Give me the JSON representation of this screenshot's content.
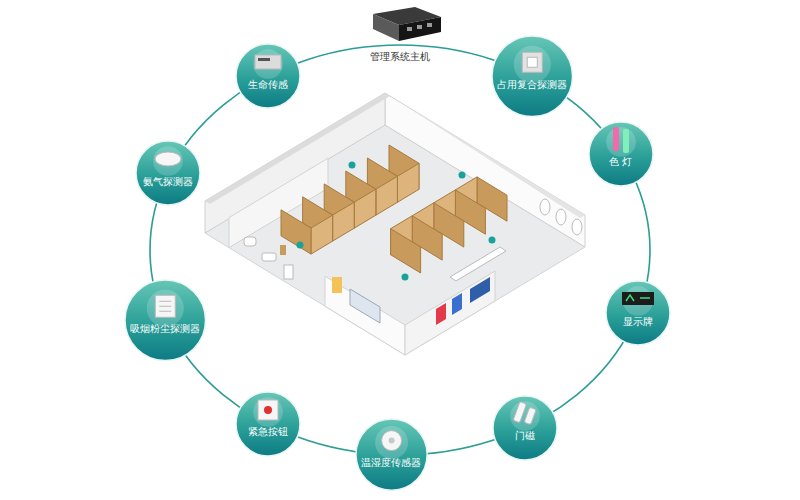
{
  "diagram": {
    "nodes": [
      {
        "text": [
          "管理系统主机"
        ]
      },
      {
        "text": [
          "占用复合探测器"
        ]
      },
      {
        "text": [
          "色 灯"
        ]
      },
      {
        "text": [
          "显示牌"
        ]
      },
      {
        "text": [
          "门磁"
        ]
      },
      {
        "text": [
          "温湿度传感器"
        ]
      },
      {
        "text": [
          "紧急按钮"
        ]
      },
      {
        "text": [
          "吸烟粉尘探测器"
        ]
      },
      {
        "text": [
          "氨气探测器"
        ]
      },
      {
        "text": [
          "生命传感"
        ]
      }
    ]
  }
}
